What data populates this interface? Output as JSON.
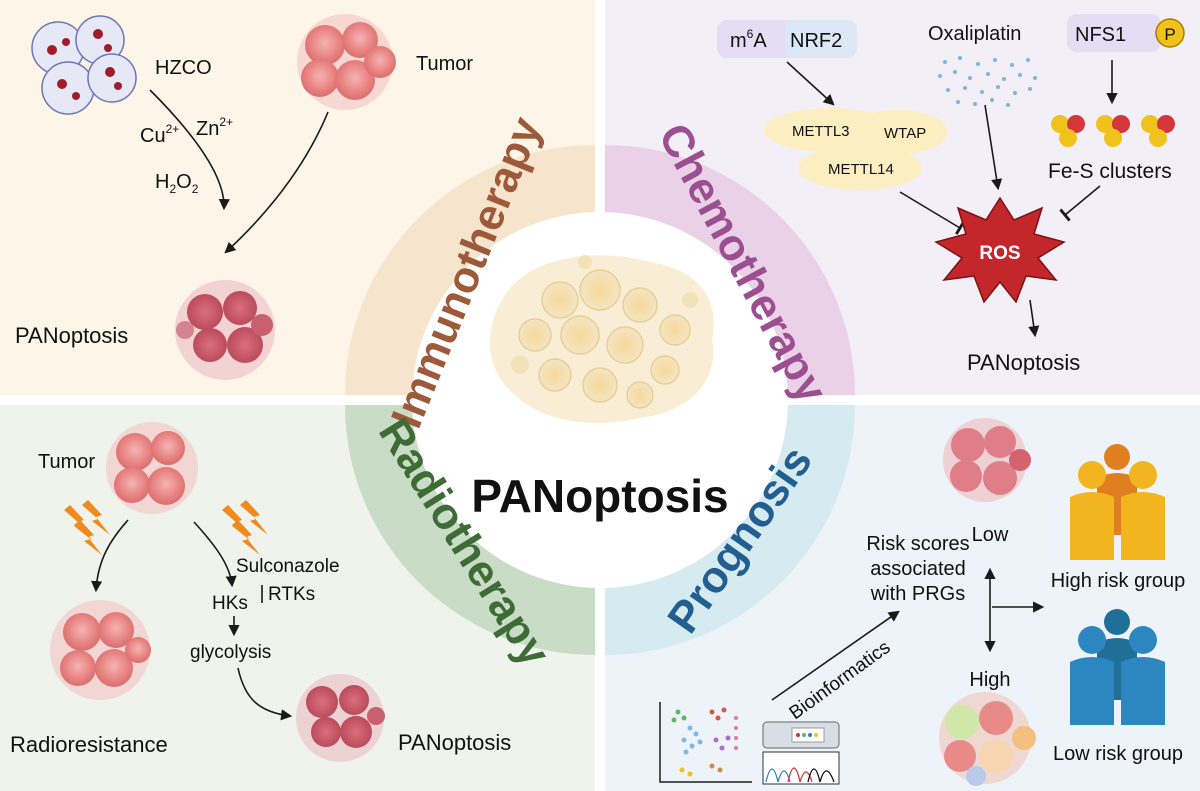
{
  "center": {
    "title": "PANoptosis"
  },
  "colors": {
    "immuno_bg": "#fdf5e7",
    "chemo_bg": "#f3eff7",
    "radio_bg": "#eff3ec",
    "prog_bg": "#eef2f9",
    "immuno_band": "#f7e4cd",
    "chemo_band": "#ead1e7",
    "radio_band": "#c9dcc6",
    "prog_band": "#d6ebef",
    "immuno_text": "#9c5a3b",
    "chemo_text": "#9b4f90",
    "radio_text": "#3e6b36",
    "prog_text": "#225e8f",
    "ros_red": "#c3272b",
    "orange_person": "#e07f1f",
    "yellow_person": "#f2b51f",
    "blue_person": "#2c87c0",
    "teal_person": "#1f6f97"
  },
  "quadrants": {
    "immunotherapy": {
      "band_label": "Immunotherapy",
      "hzco": "HZCO",
      "tumor": "Tumor",
      "cu": "Cu",
      "cu_sup": "2+",
      "zn": "Zn",
      "zn_sup": "2+",
      "h2o2_h": "H",
      "h2o2_sub1": "2",
      "h2o2_o": "O",
      "h2o2_sub2": "2",
      "panoptosis": "PANoptosis"
    },
    "chemotherapy": {
      "band_label": "Chemotherapy",
      "m6a_m": "m",
      "m6a_sup": "6",
      "m6a_a": "A",
      "nrf2": "NRF2",
      "oxaliplatin": "Oxaliplatin",
      "nfs1": "NFS1",
      "p_badge": "P",
      "mettl3": "METTL3",
      "wtap": "WTAP",
      "mettl14": "METTL14",
      "fes": "Fe-S clusters",
      "ros": "ROS",
      "panoptosis": "PANoptosis"
    },
    "radiotherapy": {
      "band_label": "Radiotherapy",
      "tumor": "Tumor",
      "sulconazole": "Sulconazole",
      "hks": "HKs",
      "rtks": "RTKs",
      "glycolysis": "glycolysis",
      "radioresistance": "Radioresistance",
      "panoptosis": "PANoptosis"
    },
    "prognosis": {
      "band_label": "Prognosis",
      "low": "Low",
      "high": "High",
      "risk_line1": "Risk scores",
      "risk_line2": "associated",
      "risk_line3": "with PRGs",
      "high_group": "High risk group",
      "low_group": "Low risk group",
      "bioinformatics": "Bioinformatics"
    }
  }
}
